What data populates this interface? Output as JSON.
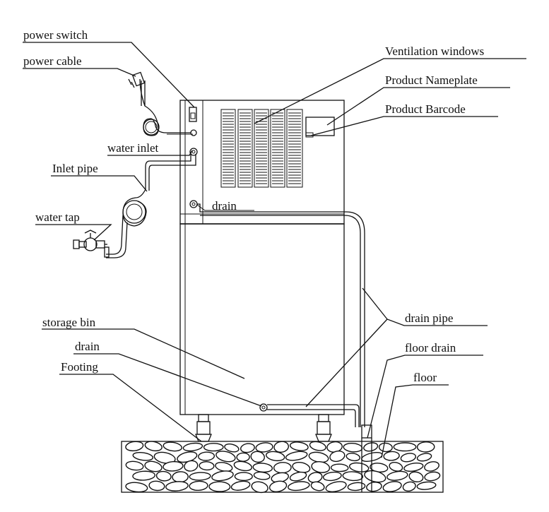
{
  "labels": {
    "power_switch": "power switch",
    "power_cable": "power cable",
    "water_inlet": "water inlet",
    "inlet_pipe": "Inlet pipe",
    "water_tap": "water tap",
    "drain_top": "drain",
    "ventilation_windows": "Ventilation windows",
    "product_nameplate": "Product Nameplate",
    "product_barcode": "Product Barcode",
    "storage_bin": "storage bin",
    "drain_bottom": "drain",
    "footing": "Footing",
    "drain_pipe": "drain pipe",
    "floor_drain": "floor drain",
    "floor": "floor"
  },
  "colors": {
    "line": "#111111",
    "background": "#ffffff"
  }
}
